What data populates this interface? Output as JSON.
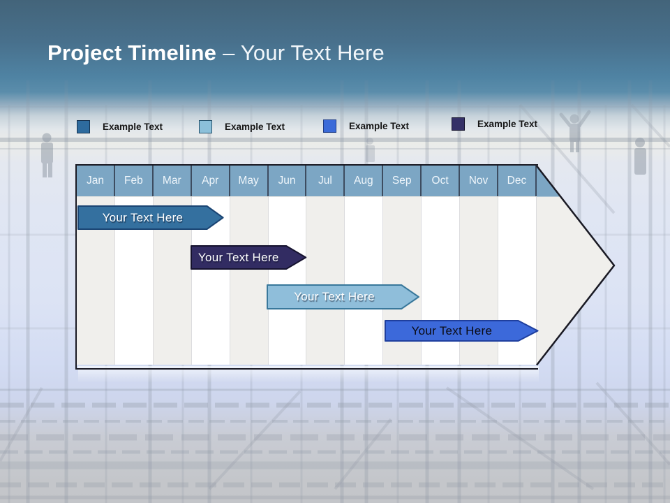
{
  "slide": {
    "title": {
      "main": "Project Timeline",
      "sub": "– Your Text Here"
    }
  },
  "legend": {
    "items": [
      {
        "label": "Example Text",
        "color": "#2E6B9E",
        "border": "#16324F"
      },
      {
        "label": "Example Text",
        "color": "#8CC0DA",
        "border": "#27546E"
      },
      {
        "label": "Example Text",
        "color": "#3B6BD9",
        "border": "#1E3C85"
      },
      {
        "label": "Example Text",
        "color": "#343067",
        "border": "#12102B"
      }
    ]
  },
  "timeline": {
    "months": [
      "Jan",
      "Feb",
      "Mar",
      "Apr",
      "May",
      "Jun",
      "Jul",
      "Aug",
      "Sep",
      "Oct",
      "Nov",
      "Dec"
    ],
    "header_color": "#7CA6C4",
    "bars": [
      {
        "label": "Your Text Here",
        "fill": "#34709F",
        "stroke": "#1A4473",
        "text_color": "#FFFFFF",
        "start": 0.04,
        "rect_end": 3.4,
        "tip_end": 3.82,
        "start_month": "Jan",
        "end_month": "Apr"
      },
      {
        "label": "Your Text Here",
        "fill": "#322C62",
        "stroke": "#15122E",
        "text_color": "#FFFFFF",
        "start": 2.98,
        "rect_end": 5.46,
        "tip_end": 5.97,
        "start_month": "Apr",
        "end_month": "Jun"
      },
      {
        "label": "Your Text Here",
        "fill": "#8FBEDA",
        "stroke": "#39789B",
        "text_color": "#FFFFFF",
        "start": 4.97,
        "rect_end": 8.47,
        "tip_end": 8.92,
        "start_month": "Jun",
        "end_month": "Sep"
      },
      {
        "label": "Your Text Here",
        "fill": "#3C69DA",
        "stroke": "#1F3F9E",
        "text_color": "#0A0A12",
        "start": 8.05,
        "rect_end": 11.52,
        "tip_end": 12.03,
        "start_month": "Sep",
        "end_month": "Dec"
      }
    ]
  },
  "chart_data": {
    "type": "bar",
    "subtype": "gantt-timeline",
    "title": "Project Timeline – Your Text Here",
    "categories": [
      "Jan",
      "Feb",
      "Mar",
      "Apr",
      "May",
      "Jun",
      "Jul",
      "Aug",
      "Sep",
      "Oct",
      "Nov",
      "Dec"
    ],
    "series": [
      {
        "label": "Your Text Here",
        "start_month": "Jan",
        "end_month": "Apr",
        "color": "#34709F"
      },
      {
        "label": "Your Text Here",
        "start_month": "Apr",
        "end_month": "Jun",
        "color": "#322C62"
      },
      {
        "label": "Your Text Here",
        "start_month": "Jun",
        "end_month": "Sep",
        "color": "#8FBEDA"
      },
      {
        "label": "Your Text Here",
        "start_month": "Sep",
        "end_month": "Dec",
        "color": "#3C69DA"
      }
    ],
    "legend_entries": [
      "Example Text",
      "Example Text",
      "Example Text",
      "Example Text"
    ],
    "legend_position": "top",
    "axis_note": "one column per month across the arrow-shaped table header"
  }
}
